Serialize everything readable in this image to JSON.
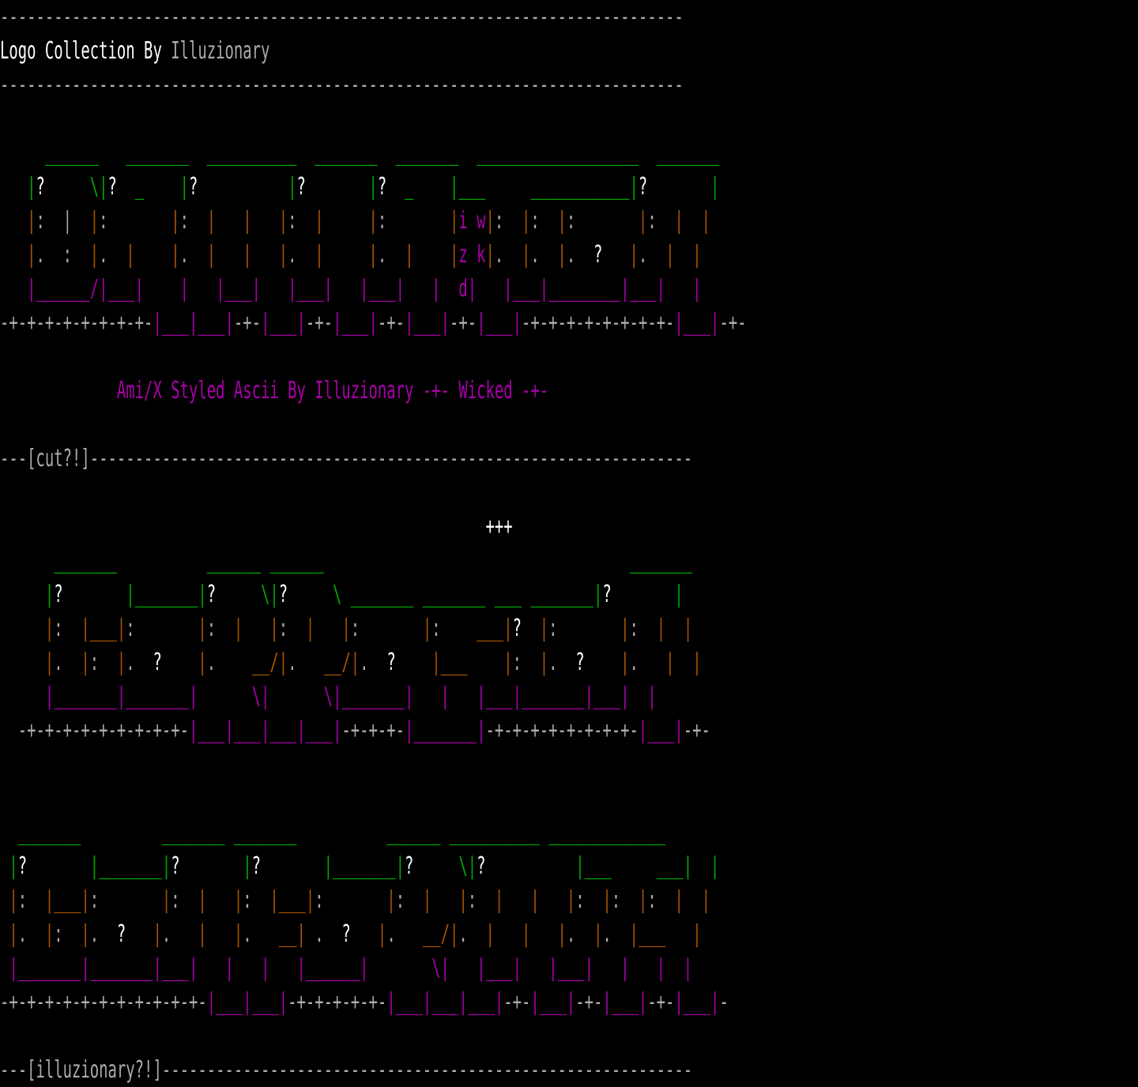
{
  "colors": {
    "background": "#000000",
    "gray": "#aaaaaa",
    "white": "#ffffff",
    "green": "#00aa00",
    "orange": "#aa5500",
    "magenta": "#aa00aa"
  },
  "lines": [
    [
      [
        "g",
        "----------------------------------------------------------------------------"
      ]
    ],
    [
      [
        "w",
        "Logo Collection By "
      ],
      [
        "g",
        "Illuzionary"
      ]
    ],
    [
      [
        "g",
        "----------------------------------------------------------------------------"
      ]
    ],
    [],
    [
      [
        "G",
        "     ______   _______  __________  _______  _______  __________________  _______"
      ]
    ],
    [
      [
        "G",
        "   |"
      ],
      [
        "w",
        "?"
      ],
      [
        "G",
        "     \\|"
      ],
      [
        "w",
        "?"
      ],
      [
        "G",
        "  _    |"
      ],
      [
        "w",
        "?"
      ],
      [
        "G",
        "          |"
      ],
      [
        "w",
        "?"
      ],
      [
        "G",
        "       |"
      ],
      [
        "w",
        "?"
      ],
      [
        "G",
        "  _    |___     ___________|"
      ],
      [
        "w",
        "?"
      ],
      [
        "G",
        "       |"
      ]
    ],
    [
      [
        "o",
        "   |"
      ],
      [
        "g",
        ":  |  "
      ],
      [
        "o",
        "|"
      ],
      [
        "g",
        ":"
      ],
      [
        "o",
        "       |"
      ],
      [
        "g",
        ":  "
      ],
      [
        "o",
        "|   |   |"
      ],
      [
        "g",
        ":  "
      ],
      [
        "o",
        "|     |"
      ],
      [
        "g",
        ":"
      ],
      [
        "o",
        "       |"
      ],
      [
        "m",
        "i w"
      ],
      [
        "o",
        "|"
      ],
      [
        "g",
        ":  "
      ],
      [
        "o",
        "|"
      ],
      [
        "g",
        ":  "
      ],
      [
        "o",
        "|"
      ],
      [
        "g",
        ":"
      ],
      [
        "o",
        "       |"
      ],
      [
        "g",
        ":  "
      ],
      [
        "o",
        "|  |"
      ]
    ],
    [
      [
        "o",
        "   |"
      ],
      [
        "g",
        ".  :  "
      ],
      [
        "o",
        "|"
      ],
      [
        "g",
        "."
      ],
      [
        "o",
        "  |    |"
      ],
      [
        "g",
        ".  "
      ],
      [
        "o",
        "|   |   |"
      ],
      [
        "g",
        ".  "
      ],
      [
        "o",
        "|     |"
      ],
      [
        "g",
        "."
      ],
      [
        "o",
        "  |    |"
      ],
      [
        "m",
        "z k"
      ],
      [
        "o",
        "|"
      ],
      [
        "g",
        ".  "
      ],
      [
        "o",
        "|"
      ],
      [
        "g",
        ".  "
      ],
      [
        "o",
        "|"
      ],
      [
        "g",
        ".  "
      ],
      [
        "w",
        "?"
      ],
      [
        "o",
        "   |"
      ],
      [
        "g",
        ".  "
      ],
      [
        "o",
        "|  |"
      ]
    ],
    [
      [
        "m",
        "   |______/|___|    |   |___|   |___|   |___|   |  d|   |___|________|___|   |"
      ]
    ],
    [
      [
        "g",
        "-+-+-+-+-+-+-+-+-"
      ],
      [
        "m",
        "|___|___|"
      ],
      [
        "g",
        "-+-"
      ],
      [
        "m",
        "|___|"
      ],
      [
        "g",
        "-+-"
      ],
      [
        "m",
        "|___|"
      ],
      [
        "g",
        "-+-"
      ],
      [
        "m",
        "|___|"
      ],
      [
        "g",
        "-+-"
      ],
      [
        "m",
        "|___|"
      ],
      [
        "g",
        "-+-+-+-+-+-+-+-+-"
      ],
      [
        "m",
        "|___|"
      ],
      [
        "g",
        "-+-"
      ]
    ],
    [],
    [
      [
        "m",
        "             Ami/X Styled Ascii By Illuzionary -+- Wicked -+-"
      ]
    ],
    [],
    [
      [
        "g",
        "---[cut?!]-------------------------------------------------------------------"
      ]
    ],
    [],
    [
      [
        "w",
        "                                                      +++"
      ]
    ],
    [
      [
        "G",
        "      _______          ______ ______                                  _______"
      ]
    ],
    [
      [
        "G",
        "     |"
      ],
      [
        "w",
        "?"
      ],
      [
        "G",
        "       |_______|"
      ],
      [
        "w",
        "?"
      ],
      [
        "G",
        "     \\|"
      ],
      [
        "w",
        "?"
      ],
      [
        "G",
        "     \\ _______ _______ ___ _______|"
      ],
      [
        "w",
        "?"
      ],
      [
        "G",
        "       |"
      ]
    ],
    [
      [
        "o",
        "     |"
      ],
      [
        "g",
        ":  "
      ],
      [
        "o",
        "|___|"
      ],
      [
        "g",
        ":"
      ],
      [
        "o",
        "       |"
      ],
      [
        "g",
        ":  "
      ],
      [
        "o",
        "|   |"
      ],
      [
        "g",
        ":  "
      ],
      [
        "o",
        "|   |"
      ],
      [
        "g",
        ":"
      ],
      [
        "o",
        "       |"
      ],
      [
        "g",
        ":"
      ],
      [
        "o",
        "    ___|"
      ],
      [
        "w",
        "?"
      ],
      [
        "o",
        "  |"
      ],
      [
        "g",
        ":"
      ],
      [
        "o",
        "       |"
      ],
      [
        "g",
        ":  "
      ],
      [
        "o",
        "|  |"
      ]
    ],
    [
      [
        "o",
        "     |"
      ],
      [
        "g",
        ".  "
      ],
      [
        "o",
        "|"
      ],
      [
        "g",
        ":  "
      ],
      [
        "o",
        "|"
      ],
      [
        "g",
        ".  "
      ],
      [
        "w",
        "?"
      ],
      [
        "o",
        "    |"
      ],
      [
        "g",
        "."
      ],
      [
        "o",
        "    __/|"
      ],
      [
        "g",
        "."
      ],
      [
        "o",
        "   __/|"
      ],
      [
        "g",
        ".  "
      ],
      [
        "w",
        "?"
      ],
      [
        "o",
        "    |___    |"
      ],
      [
        "g",
        ":  "
      ],
      [
        "o",
        "|"
      ],
      [
        "g",
        ".  "
      ],
      [
        "w",
        "?"
      ],
      [
        "o",
        "    |"
      ],
      [
        "g",
        "."
      ],
      [
        "o",
        "   |  |"
      ]
    ],
    [
      [
        "m",
        "     |_______|_______|      \\|      \\|_______|   |   |___|_______|___|  |"
      ]
    ],
    [
      [
        "g",
        "  -+-+-+-+-+-+-+-+-+-"
      ],
      [
        "m",
        "|___|___|___|___|"
      ],
      [
        "g",
        "-+-+-+-"
      ],
      [
        "m",
        "|_______|"
      ],
      [
        "g",
        "-+-+-+-+-+-+-+-+-"
      ],
      [
        "m",
        "|___|"
      ],
      [
        "g",
        "-+-"
      ]
    ],
    [],
    [],
    [
      [
        "G",
        "  _______         _______ _______          ______ __________ _____________"
      ]
    ],
    [
      [
        "G",
        " |"
      ],
      [
        "w",
        "?"
      ],
      [
        "G",
        "       |_______|"
      ],
      [
        "w",
        "?"
      ],
      [
        "G",
        "       |"
      ],
      [
        "w",
        "?"
      ],
      [
        "G",
        "       |_______|"
      ],
      [
        "w",
        "?"
      ],
      [
        "G",
        "     \\|"
      ],
      [
        "w",
        "?"
      ],
      [
        "G",
        "          |___     ___|  |"
      ]
    ],
    [
      [
        "o",
        " |"
      ],
      [
        "g",
        ":  "
      ],
      [
        "o",
        "|___|"
      ],
      [
        "g",
        ":"
      ],
      [
        "o",
        "       |"
      ],
      [
        "g",
        ":  "
      ],
      [
        "o",
        "|   |"
      ],
      [
        "g",
        ":  "
      ],
      [
        "o",
        "|___|"
      ],
      [
        "g",
        ":"
      ],
      [
        "o",
        "       |"
      ],
      [
        "g",
        ":  "
      ],
      [
        "o",
        "|   |"
      ],
      [
        "g",
        ":  "
      ],
      [
        "o",
        "|   |   |"
      ],
      [
        "g",
        ":  "
      ],
      [
        "o",
        "|"
      ],
      [
        "g",
        ":  "
      ],
      [
        "o",
        "|"
      ],
      [
        "g",
        ":  "
      ],
      [
        "o",
        "|  |"
      ]
    ],
    [
      [
        "o",
        " |"
      ],
      [
        "g",
        ".  "
      ],
      [
        "o",
        "|"
      ],
      [
        "g",
        ":  "
      ],
      [
        "o",
        "|"
      ],
      [
        "g",
        ".  "
      ],
      [
        "w",
        "?"
      ],
      [
        "o",
        "   |"
      ],
      [
        "g",
        "."
      ],
      [
        "o",
        "   |   |"
      ],
      [
        "g",
        "."
      ],
      [
        "o",
        "   __|"
      ],
      [
        "g",
        " .  "
      ],
      [
        "w",
        "?"
      ],
      [
        "o",
        "   |"
      ],
      [
        "g",
        "."
      ],
      [
        "o",
        "   __/|"
      ],
      [
        "g",
        "."
      ],
      [
        "o",
        "  |   |   |"
      ],
      [
        "g",
        ".  "
      ],
      [
        "o",
        "|"
      ],
      [
        "g",
        ".  "
      ],
      [
        "o",
        "|___   |"
      ]
    ],
    [
      [
        "m",
        " |_______|_______|___|   |   |   |______|       \\|   |___|   |___|   |   |  |"
      ]
    ],
    [
      [
        "g",
        "-+-+-+-+-+-+-+-+-+-+-+-"
      ],
      [
        "m",
        "|___|___|"
      ],
      [
        "g",
        "-+-+-+-+-+-"
      ],
      [
        "m",
        "|___|___|___|"
      ],
      [
        "g",
        "-+-"
      ],
      [
        "m",
        "|___|"
      ],
      [
        "g",
        "-+-"
      ],
      [
        "m",
        "|___|"
      ],
      [
        "g",
        "-+-"
      ],
      [
        "m",
        "|___|"
      ],
      [
        "g",
        "-"
      ]
    ],
    [],
    [
      [
        "g",
        "---[illuzionary?!]-----------------------------------------------------------"
      ]
    ]
  ]
}
